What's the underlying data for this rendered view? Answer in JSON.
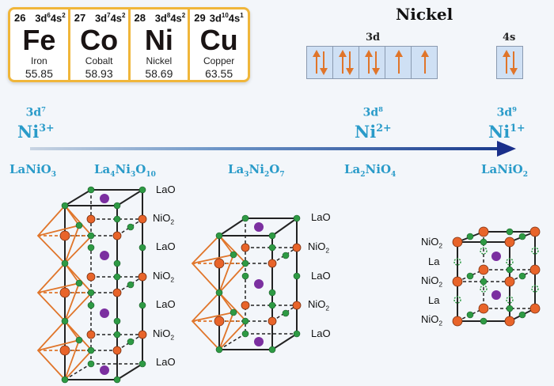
{
  "periodic_table": [
    {
      "number": "26",
      "config_base": "3d",
      "config_d": "6",
      "config_s": "4s",
      "config_s_exp": "2",
      "symbol": "Fe",
      "name": "Iron",
      "mass": "55.85"
    },
    {
      "number": "27",
      "config_base": "3d",
      "config_d": "7",
      "config_s": "4s",
      "config_s_exp": "2",
      "symbol": "Co",
      "name": "Cobalt",
      "mass": "58.93"
    },
    {
      "number": "28",
      "config_base": "3d",
      "config_d": "8",
      "config_s": "4s",
      "config_s_exp": "2",
      "symbol": "Ni",
      "name": "Nickel",
      "mass": "58.69"
    },
    {
      "number": "29",
      "config_base": "3d",
      "config_d": "10",
      "config_s": "4s",
      "config_s_exp": "1",
      "symbol": "Cu",
      "name": "Copper",
      "mass": "63.55"
    }
  ],
  "orbital_diagram": {
    "title": "Nickel",
    "d_label": "3d",
    "s_label": "4s",
    "d_boxes": [
      "up-down",
      "up-down",
      "up-down",
      "up",
      "up"
    ],
    "s_boxes": [
      "up-down"
    ]
  },
  "configurations": [
    {
      "d": "3d",
      "d_exp": "7",
      "ion": "Ni",
      "charge": "3+"
    },
    {
      "d": "3d",
      "d_exp": "8",
      "ion": "Ni",
      "charge": "2+"
    },
    {
      "d": "3d",
      "d_exp": "9",
      "ion": "Ni",
      "charge": "1+"
    }
  ],
  "compounds": [
    {
      "parts": [
        [
          "LaNiO",
          ""
        ],
        [
          "",
          "3"
        ]
      ]
    },
    {
      "label": "La4Ni3O10"
    },
    {
      "label": "La3Ni2O7"
    },
    {
      "label": "La2NiO4"
    },
    {
      "label": "LaNiO2"
    }
  ],
  "structure_1_layers": [
    "LaO",
    "NiO2",
    "LaO",
    "NiO2",
    "LaO",
    "NiO2",
    "LaO"
  ],
  "structure_2_layers": [
    "LaO",
    "NiO2",
    "LaO",
    "NiO2",
    "LaO"
  ],
  "structure_3_layers": [
    "NiO2",
    "La",
    "NiO2",
    "La",
    "NiO2"
  ],
  "colors": {
    "border_gold": "#f0b63a",
    "accent_cyan": "#2a9bc9",
    "arrow_navy": "#1a2f8a",
    "orbital_fill": "#cfe0f4",
    "electron_orange": "#e0752a",
    "atom_ni": "#e8642a",
    "atom_o": "#2e9a44",
    "atom_la": "#7b2fa0"
  }
}
